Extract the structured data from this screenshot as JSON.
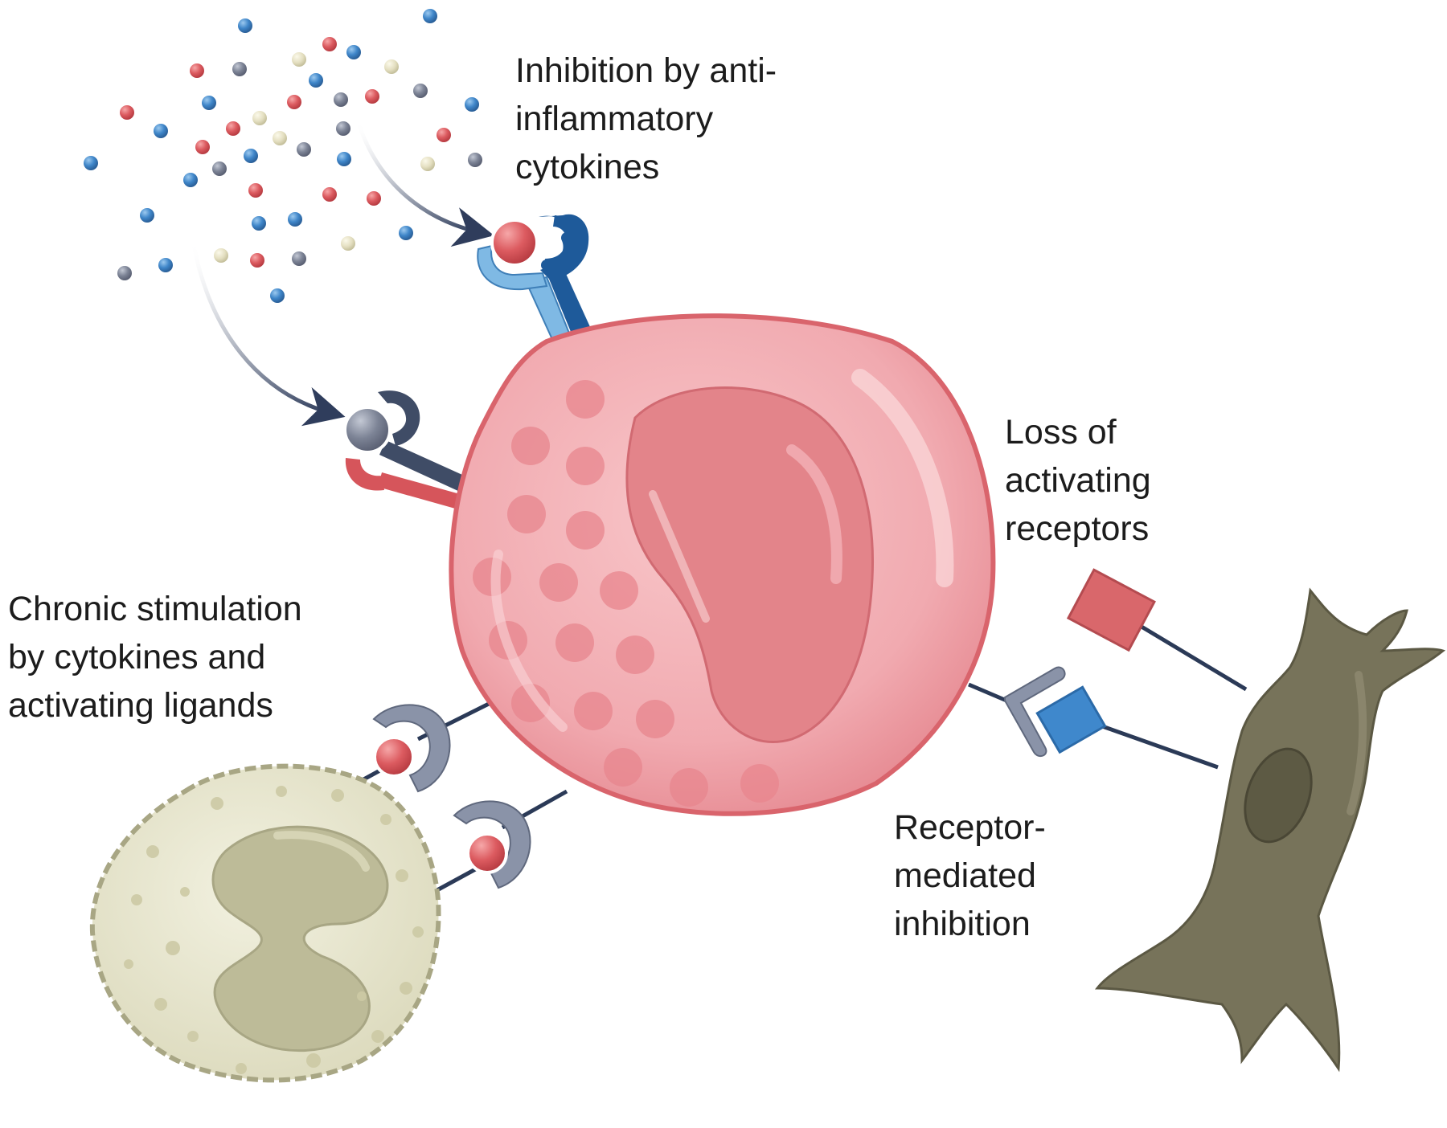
{
  "labels": {
    "anti_inflammatory": [
      "Inhibition by anti-",
      "inflammatory",
      "cytokines"
    ],
    "loss_receptors": [
      "Loss of",
      "activating",
      "receptors"
    ],
    "chronic_stimulation": [
      "Chronic stimulation",
      "by cytokines and",
      "activating ligands"
    ],
    "receptor_inhibition": [
      "Receptor-",
      "mediated",
      "inhibition"
    ]
  },
  "colors": {
    "nk_cell": "#f2aeb4",
    "nk_cell_outline": "#d9646c",
    "nk_nucleus": "#e3848a",
    "neutrophil": "#e6e4cc",
    "neutrophil_nucleus": "#bdbb98",
    "fibroblast": "#77735a",
    "cytokine_red": "#d95a5e",
    "cytokine_blue": "#3f86c9",
    "cytokine_grey": "#7d8496",
    "cytokine_cream": "#e6e2c4",
    "receptor_dark_blue": "#1e5a9a",
    "receptor_light_blue": "#7fb9e4",
    "receptor_navy": "#3f4c66",
    "receptor_red": "#d6555b",
    "receptor_grey": "#8a93a8",
    "ligand_red_square": "#d9676b",
    "ligand_blue_square": "#3f88cc",
    "tether": "#2b3a57"
  },
  "icons": {
    "cytokine_cloud": "cytokine-particles",
    "nk_cell": "nk-cell-icon",
    "neutrophil": "neutrophil-icon",
    "fibroblast": "fibroblast-icon"
  }
}
